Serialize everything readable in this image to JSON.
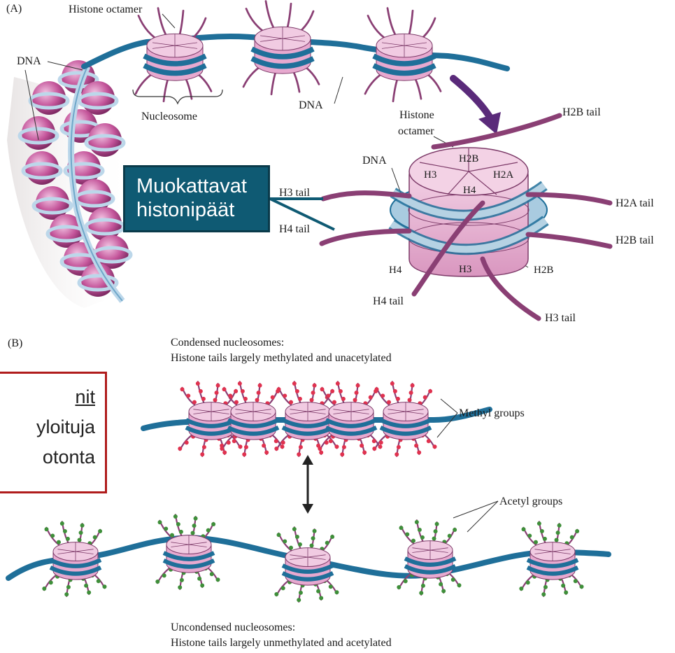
{
  "panel_a": {
    "label": "(A)",
    "histone_octamer": "Histone octamer",
    "dna_left": "DNA",
    "dna_middle": "DNA",
    "nucleosome": "Nucleosome",
    "zoom": {
      "histone_octamer_line1": "Histone",
      "histone_octamer_line2": "octamer",
      "dna": "DNA",
      "h2b": "H2B",
      "h3": "H3",
      "h2a": "H2A",
      "h4": "H4",
      "h4_bottom": "H4",
      "h3_bottom": "H3",
      "h2b_bottom": "H2B",
      "h2b_tail_top": "H2B tail",
      "h3_tail": "H3 tail",
      "h4_tail": "H4 tail",
      "h2a_tail": "H2A tail",
      "h2b_tail_right": "H2B tail",
      "h4_tail_bottom": "H4 tail",
      "h3_tail_bottom": "H3 tail"
    }
  },
  "panel_b": {
    "label": "(B)",
    "condensed_title": "Condensed nucleosomes:",
    "condensed_sub": "Histone tails largely methylated and unacetylated",
    "methyl_groups": "Methyl groups",
    "acetyl_groups": "Acetyl groups",
    "uncondensed_title": "Uncondensed nucleosomes:",
    "uncondensed_sub": "Histone tails largely unmethylated and acetylated"
  },
  "callouts": {
    "blue_line1": "Muokattavat",
    "blue_line2": "histonipäät",
    "red_line1": "nit",
    "red_line2": "yloituja",
    "red_line3": "otonta"
  },
  "colors": {
    "dna": "#1f6f99",
    "histone": "#e6b4d2",
    "tail": "#8a3f74",
    "methyl": "#e0324f",
    "acetyl": "#3f8f3a",
    "callout_blue": "#0f5a73",
    "callout_red_border": "#b01c1c",
    "arrow": "#5a2a7a"
  }
}
